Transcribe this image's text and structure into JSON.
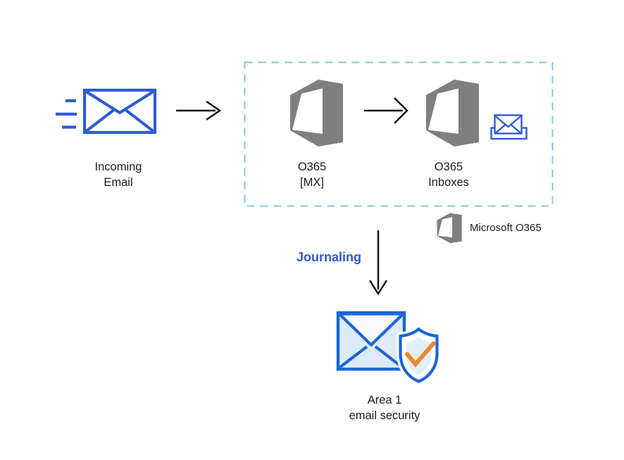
{
  "nodes": {
    "incoming_email": {
      "lines": [
        "Incoming",
        "Email"
      ]
    },
    "o365_mx": {
      "lines": [
        "O365",
        "[MX]"
      ]
    },
    "o365_inboxes": {
      "lines": [
        "O365",
        "Inboxes"
      ]
    },
    "area1": {
      "lines": [
        "Area 1",
        "email security"
      ]
    }
  },
  "labels": {
    "journaling": "Journaling"
  },
  "legend": {
    "microsoft_o365": "Microsoft O365"
  },
  "icons": {
    "incoming_email": "envelope-speed-lines-icon",
    "o365": "microsoft-office-logo-icon",
    "inbox": "inbox-tray-envelope-icon",
    "area1": "envelope-shield-checkmark-icon",
    "flow": "arrow-icon"
  },
  "colors": {
    "envelope_blue": "#2e5cd7",
    "o365_gray": "#7f7f7f",
    "dash_blue": "#7fcbde",
    "journaling_blue": "#2d5bd7",
    "text_dark": "#1d1d1d",
    "arrow_dark": "#151515",
    "area1_stroke": "#1b64da",
    "area1_fill": "#dcebf7",
    "shield_inner_fill": "#dff0fa",
    "check_orange": "#f0862b"
  }
}
